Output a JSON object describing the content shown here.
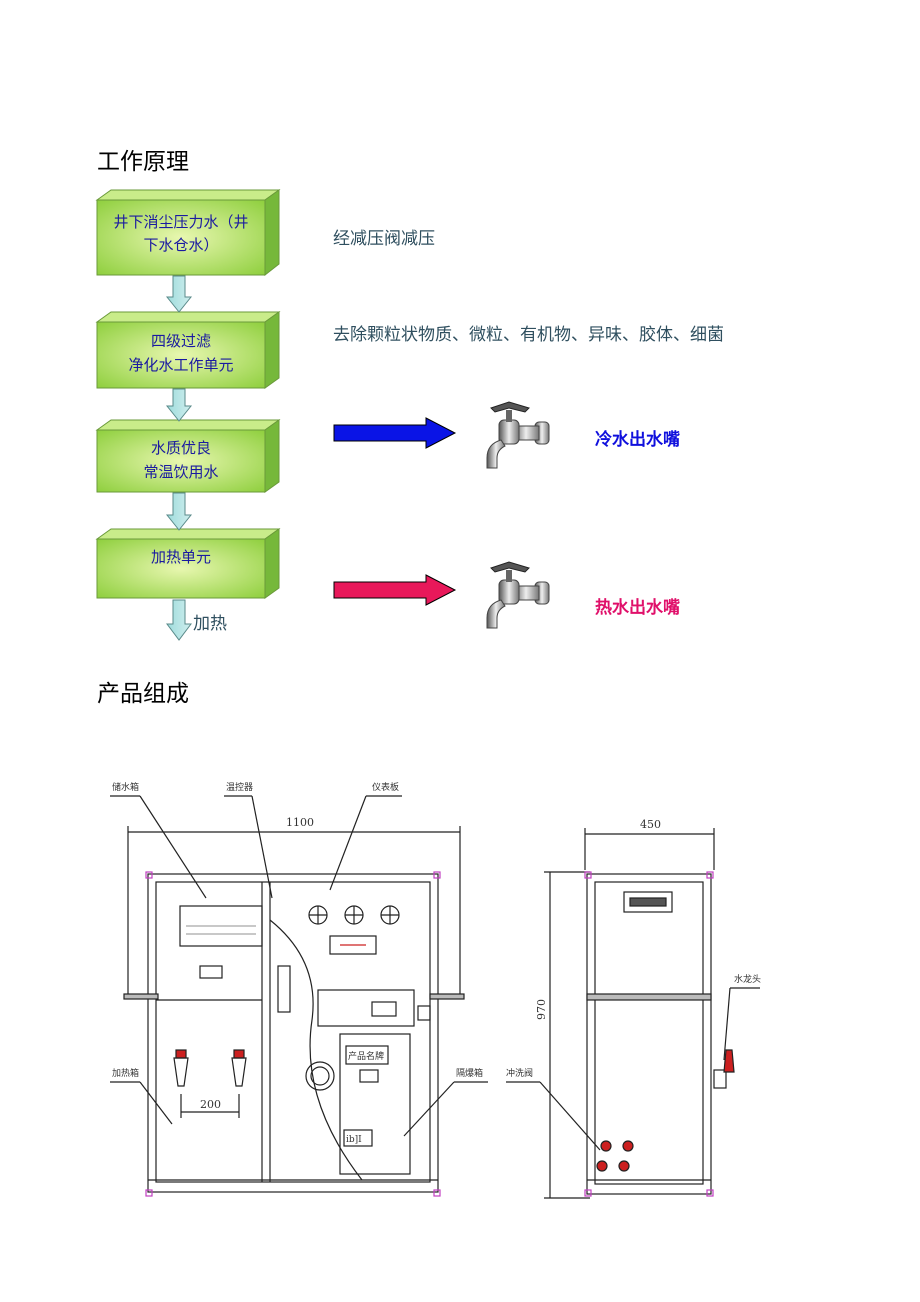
{
  "sections": {
    "principle_title": "工作原理",
    "composition_title": "产品组成"
  },
  "flow": {
    "boxes": [
      {
        "line1": "井下消尘压力水（井",
        "line2": "下水仓水）"
      },
      {
        "line1": "四级过滤",
        "line2": "净化水工作单元"
      },
      {
        "line1": "水质优良",
        "line2": "常温饮用水"
      },
      {
        "line1": "加热单元",
        "line2": ""
      }
    ],
    "notes": [
      "经减压阀减压",
      "去除颗粒状物质、微粒、有机物、异味、胶体、细菌"
    ],
    "heat_label": "加热",
    "outputs": {
      "cold": {
        "label": "冷水出水嘴",
        "arrow_color": "#0a14e6",
        "text_color": "#1010dd"
      },
      "hot": {
        "label": "热水出水嘴",
        "arrow_color": "#e8185a",
        "text_color": "#e0106a"
      }
    },
    "box_color": "#9ad64a",
    "box_border": "#4a8a20"
  },
  "drawing": {
    "front_view": {
      "callouts": {
        "storage_tank": "储水箱",
        "thermostat": "温控器",
        "instrument_panel": "仪表板",
        "heating_tank": "加热箱",
        "explosion_proof": "隔爆箱"
      },
      "dimensions": {
        "width": "1100",
        "tap_spacing": "200"
      },
      "nameplate": "产品名牌",
      "mark": "ib]I"
    },
    "side_view": {
      "callouts": {
        "faucet": "水龙头",
        "flush_valve": "冲洗阀"
      },
      "dimensions": {
        "width": "450",
        "height": "970"
      }
    }
  }
}
